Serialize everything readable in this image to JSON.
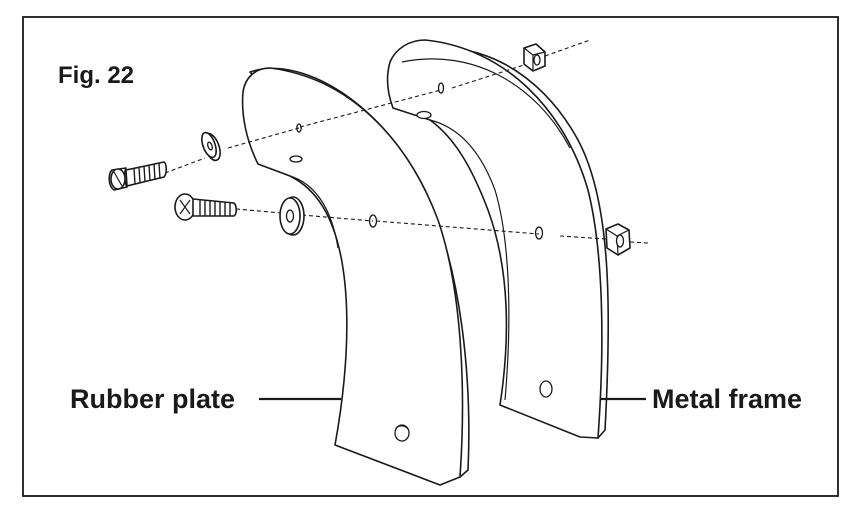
{
  "figure": {
    "title": "Fig. 22",
    "labels": {
      "rubber_plate": "Rubber plate",
      "metal_frame": "Metal frame"
    }
  }
}
